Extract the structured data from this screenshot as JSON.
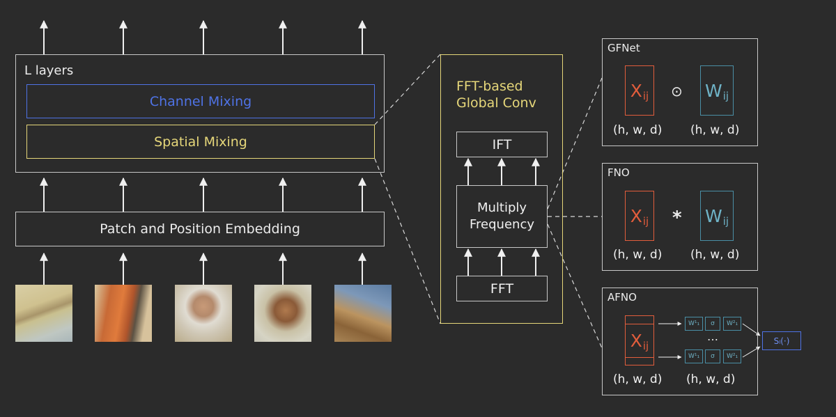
{
  "colors": {
    "background": "#2b2b2b",
    "channel_blue": "#4f73e6",
    "spatial_yellow": "#e6d77a",
    "x_red": "#e25d3c",
    "w_teal": "#4a8fa6"
  },
  "left": {
    "layers_label": "L layers",
    "channel_mixing": "Channel Mixing",
    "spatial_mixing": "Spatial Mixing",
    "embedding": "Patch and Position Embedding"
  },
  "middle": {
    "title_line1": "FFT-based",
    "title_line2": "Global Conv",
    "ift": "IFT",
    "multiply_line1": "Multiply",
    "multiply_line2": "Frequency",
    "fft": "FFT"
  },
  "gfnet": {
    "title": "GFNet",
    "x": "X",
    "x_sub": "ij",
    "op": "⊙",
    "w": "W",
    "w_sub": "ij",
    "x_dims": "(h, w, d)",
    "w_dims": "(h, w, d)"
  },
  "fno": {
    "title": "FNO",
    "x": "X",
    "x_sub": "ij",
    "op": "*",
    "w": "W",
    "w_sub": "ij",
    "x_dims": "(h, w, d)",
    "w_dims": "(h, w, d)"
  },
  "afno": {
    "title": "AFNO",
    "x": "X",
    "x_sub": "ij",
    "w1": "W¹₁",
    "sigma": "σ",
    "w2": "W²₁",
    "dots": "…",
    "s_lambda": "Sₗ(·)",
    "x_dims": "(h, w, d)",
    "w_dims": "(h, w, d)"
  }
}
